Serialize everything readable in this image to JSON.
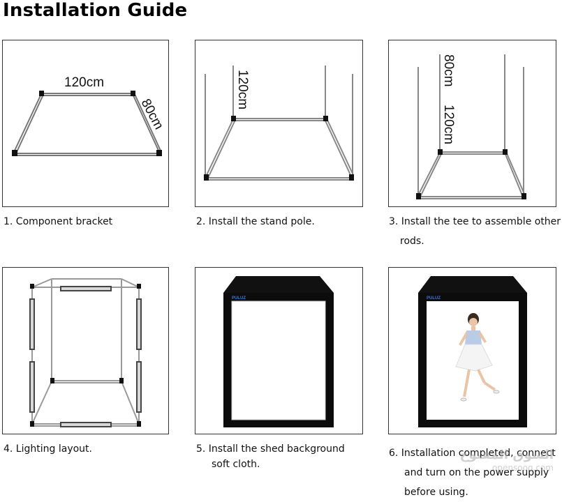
{
  "title": "Installation Guide",
  "steps": [
    {
      "label": "1. Component bracket",
      "dims": {
        "w": "120cm",
        "d": "80cm"
      }
    },
    {
      "label": "2. Install the stand pole.",
      "dims": {
        "h": "120cm"
      }
    },
    {
      "label": "3. Install the tee to assemble other",
      "label_line2": "rods.",
      "dims": {
        "a": "80cm",
        "b": "120cm"
      }
    },
    {
      "label": "4. Lighting layout."
    },
    {
      "label": "5.  Install the shed background",
      "label_line2": "soft cloth.",
      "brand": "PULUZ"
    },
    {
      "label": "6.  Installation completed, connect",
      "label_line2": "and turn on the power supply",
      "label_line3": "before using.",
      "brand": "PULUZ"
    }
  ],
  "watermark": {
    "arabic": "السوق المفتوح",
    "latin": "opensooq.com"
  }
}
